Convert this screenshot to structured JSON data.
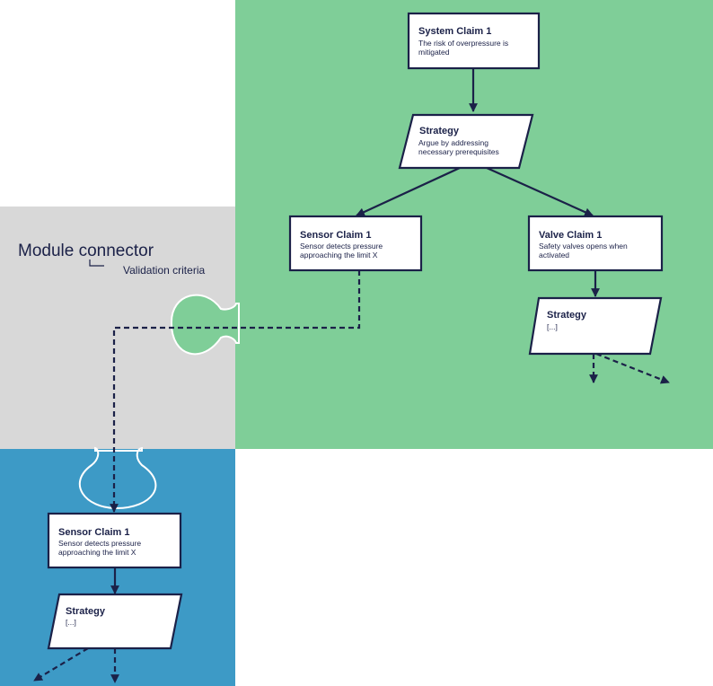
{
  "colors": {
    "system_module": "#7fce98",
    "connector_module": "#d8d8d8",
    "sensor_module": "#3d9ac6",
    "ink": "#1b2148"
  },
  "connector": {
    "title": "Module connector",
    "subtitle": "Validation criteria"
  },
  "system_module": {
    "system_claim": {
      "title": "System Claim  1",
      "line1": "The risk of overpressure is",
      "line2": "mitigated"
    },
    "strategy": {
      "title": "Strategy",
      "line1": "Argue by addressing",
      "line2": "necessary prerequisites"
    },
    "sensor_claim": {
      "title": "Sensor Claim  1",
      "line1": "Sensor detects pressure",
      "line2": "approaching the limit X"
    },
    "valve_claim": {
      "title": "Valve Claim  1",
      "line1": "Safety valves opens when",
      "line2": "activated"
    },
    "valve_strategy": {
      "title": "Strategy",
      "line1": "[...]"
    }
  },
  "sensor_module": {
    "sensor_claim": {
      "title": "Sensor Claim  1",
      "line1": "Sensor detects pressure",
      "line2": "approaching the limit X"
    },
    "strategy": {
      "title": "Strategy",
      "line1": "[...]"
    }
  }
}
